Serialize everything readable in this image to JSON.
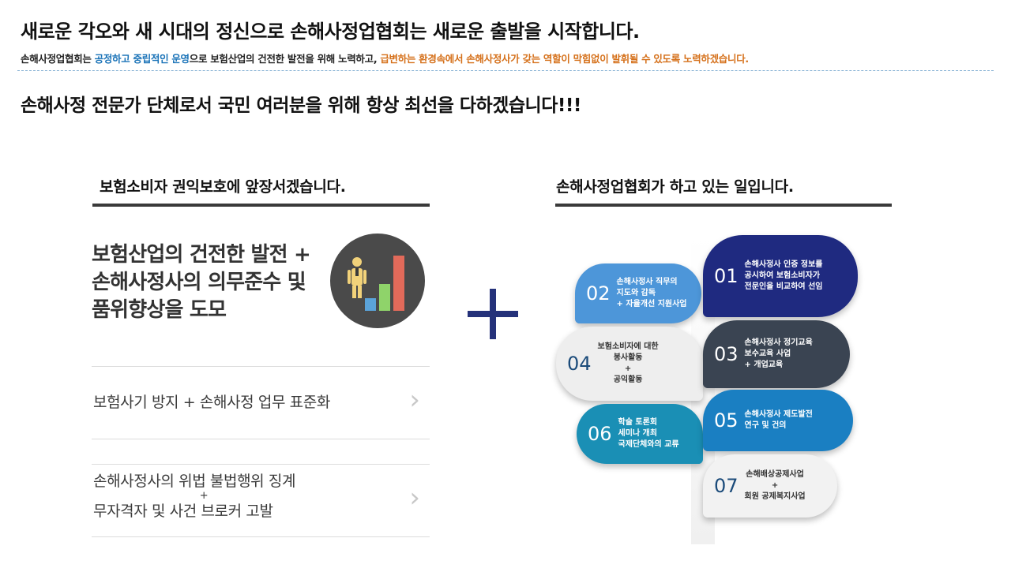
{
  "header": {
    "headline": "새로운 각오와 새 시대의 정신으로 손해사정업협회는 새로운 출발을 시작합니다.",
    "sub_part1": "손해사정업협회는 ",
    "sub_part2": "공정하고 중립적인 운영",
    "sub_part3": "으로 보험산업의 건전한 발전을 위해 노력하고, ",
    "sub_part4": "급변하는 환경속에서 손해사정사가 갖는 역할이 막힘없이 발휘될 수 있도록 노력하겠습니다.",
    "headline2": "손해사정 전문가 단체로서 국민 여러분을 위해 항상 최선을 다하겠습니다!!!"
  },
  "left": {
    "title": "보험소비자 권익보호에 앞장서겠습니다.",
    "mission_line1": "보험산업의 건전한 발전 +",
    "mission_line2": "손해사정사의 의무준수 및",
    "mission_line3": "품위향상을 도모",
    "items": [
      {
        "label": "보험사기 방지 + 손해사정 업무 표준화"
      },
      {
        "line1": "손해사정사의 위법 불법행위 징계",
        "plus": "+",
        "line2": "무자격자 및 사건 브로커 고발"
      }
    ],
    "chevron": "›"
  },
  "right": {
    "title": "손해사정업협회가 하고 있는 일입니다.",
    "bubbles": [
      {
        "num": "01",
        "lines": [
          "손해사정사 인증 정보를",
          "공시하여 보험소비자가",
          "전문인을 비교하여 선임"
        ]
      },
      {
        "num": "02",
        "lines": [
          "손해사정사 직무의",
          "지도와 감독",
          "+ 자율개선 지원사업"
        ]
      },
      {
        "num": "03",
        "lines": [
          "손해사정사 정기교육",
          "보수교육 사업",
          "+ 개업교육"
        ]
      },
      {
        "num": "04",
        "lines": [
          "보험소비자에 대한",
          "봉사활동",
          "+",
          "공익활동"
        ]
      },
      {
        "num": "05",
        "lines": [
          "손해사정사 제도발전",
          "연구 및 건의"
        ]
      },
      {
        "num": "06",
        "lines": [
          "학술 토론회",
          "세미나 개최",
          "국제단체와의 교류"
        ]
      },
      {
        "num": "07",
        "lines": [
          "손해배상공제사업",
          "+",
          "회원 공제복지사업"
        ]
      }
    ]
  },
  "colors": {
    "accent_blue": "#1a73b8",
    "accent_orange": "#d5701a",
    "plus_navy": "#25327a",
    "bubble_01": "#1f2a80",
    "bubble_02": "#4d96d9",
    "bubble_03": "#3a4452",
    "bubble_04": "#eeeeee",
    "bubble_05": "#1a7fc2",
    "bubble_06": "#1a8fb5",
    "bubble_07": "#f2f2f2"
  },
  "icons": [
    "bar-chart-person-icon",
    "chevron-right-icon",
    "plus-icon"
  ]
}
